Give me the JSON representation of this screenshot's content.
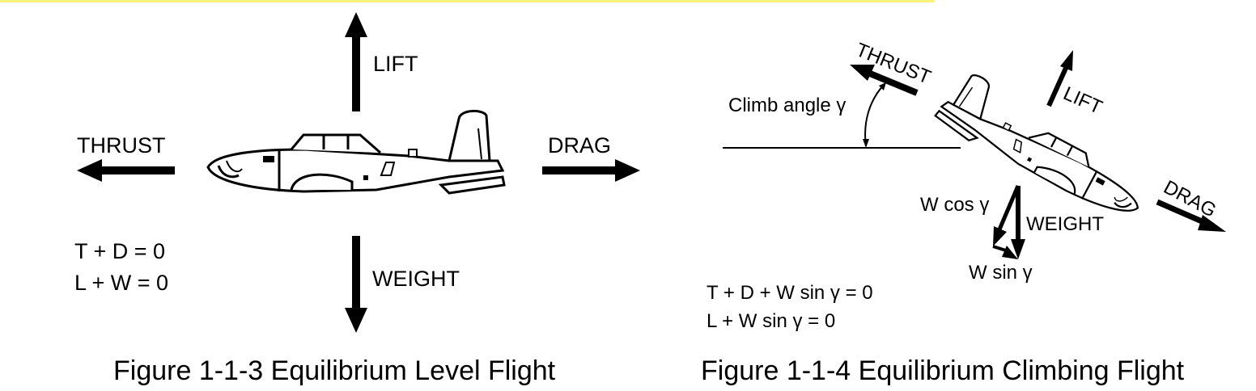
{
  "fig1": {
    "lift": "LIFT",
    "thrust": "THRUST",
    "drag": "DRAG",
    "weight": "WEIGHT",
    "eq1": "T + D = 0",
    "eq2": "L + W = 0",
    "caption": "Figure 1-1-3 Equilibrium Level Flight"
  },
  "fig2": {
    "thrust": "THRUST",
    "lift": "LIFT",
    "drag": "DRAG",
    "weight": "WEIGHT",
    "climb_angle": "Climb angle γ",
    "wcos": "W cos γ",
    "wsin": "W sin γ",
    "eq1": "T + D + W sin γ = 0",
    "eq2": "L + W sin γ = 0",
    "caption": "Figure 1-1-4 Equilibrium Climbing Flight"
  }
}
